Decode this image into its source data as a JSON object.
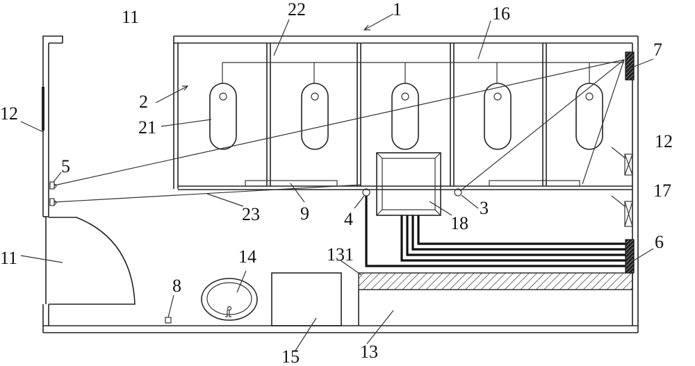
{
  "labels": {
    "l1": "1",
    "l2": "2",
    "l3": "3",
    "l4": "4",
    "l5": "5",
    "l6": "6",
    "l7": "7",
    "l8": "8",
    "l9": "9",
    "l11a": "11",
    "l11b": "11",
    "l12a": "12",
    "l12b": "12",
    "l13": "13",
    "l14": "14",
    "l15": "15",
    "l16": "16",
    "l17": "17",
    "l18": "18",
    "l21": "21",
    "l22": "22",
    "l23": "23",
    "l131": "131"
  }
}
